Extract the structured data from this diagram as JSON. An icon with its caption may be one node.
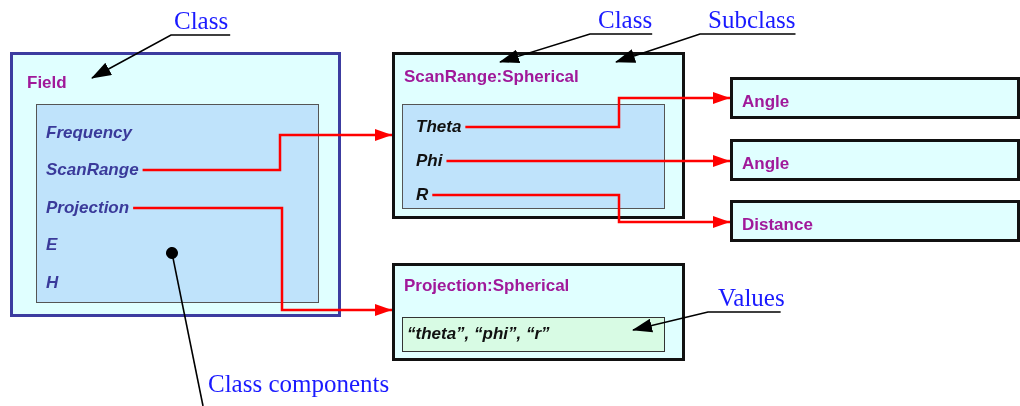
{
  "diagram": {
    "nodes": [
      {
        "text": [
          "Field"
        ]
      },
      {
        "text": [],
        "shape": "box",
        "in": 0
      },
      {
        "text": [
          "Frequency"
        ],
        "in": 1
      },
      {
        "text": [
          "ScanRange"
        ],
        "in": 1
      },
      {
        "text": [
          "Projection"
        ],
        "in": 1
      },
      {
        "text": [
          "E"
        ],
        "in": 1
      },
      {
        "text": [
          "H"
        ],
        "in": 1
      },
      {
        "text": [
          "ScanRange:Spherical"
        ]
      },
      {
        "text": [],
        "shape": "box",
        "in": 7
      },
      {
        "text": [
          "Theta"
        ],
        "in": 8
      },
      {
        "text": [
          "Phi"
        ],
        "in": 8
      },
      {
        "text": [
          "R"
        ],
        "in": 8
      },
      {
        "text": [
          "Angle"
        ]
      },
      {
        "text": [
          "Angle"
        ]
      },
      {
        "text": [
          "Distance"
        ]
      },
      {
        "text": [
          "Projection:Spherical"
        ]
      },
      {
        "text": [
          "“theta”, “phi”, “r”"
        ],
        "in": 15
      },
      {
        "text": [
          "Class"
        ]
      },
      {
        "text": [
          "Class"
        ]
      },
      {
        "text": [
          "Subclass"
        ]
      },
      {
        "text": [
          "Values"
        ]
      },
      {
        "text": [
          "Class components"
        ]
      }
    ],
    "edges": [
      {
        "from": 3,
        "to": 7,
        "arrow": "to",
        "color": "#ff0000"
      },
      {
        "from": 4,
        "to": 15,
        "arrow": "to",
        "color": "#ff0000"
      },
      {
        "from": 9,
        "to": 12,
        "arrow": "to",
        "color": "#ff0000"
      },
      {
        "from": 10,
        "to": 13,
        "arrow": "to",
        "color": "#ff0000"
      },
      {
        "from": 11,
        "to": 14,
        "arrow": "to",
        "color": "#ff0000"
      },
      {
        "from": 17,
        "to": 0,
        "arrow": "to",
        "color": "#000000"
      },
      {
        "from": 18,
        "to": 7,
        "arrow": "to",
        "color": "#000000"
      },
      {
        "from": 19,
        "to": 7,
        "arrow": "to",
        "color": "#000000"
      },
      {
        "from": 20,
        "to": 16,
        "arrow": "to",
        "color": "#000000"
      },
      {
        "from": 21,
        "to": 1,
        "arrow": "other",
        "color": "#000000"
      }
    ]
  }
}
